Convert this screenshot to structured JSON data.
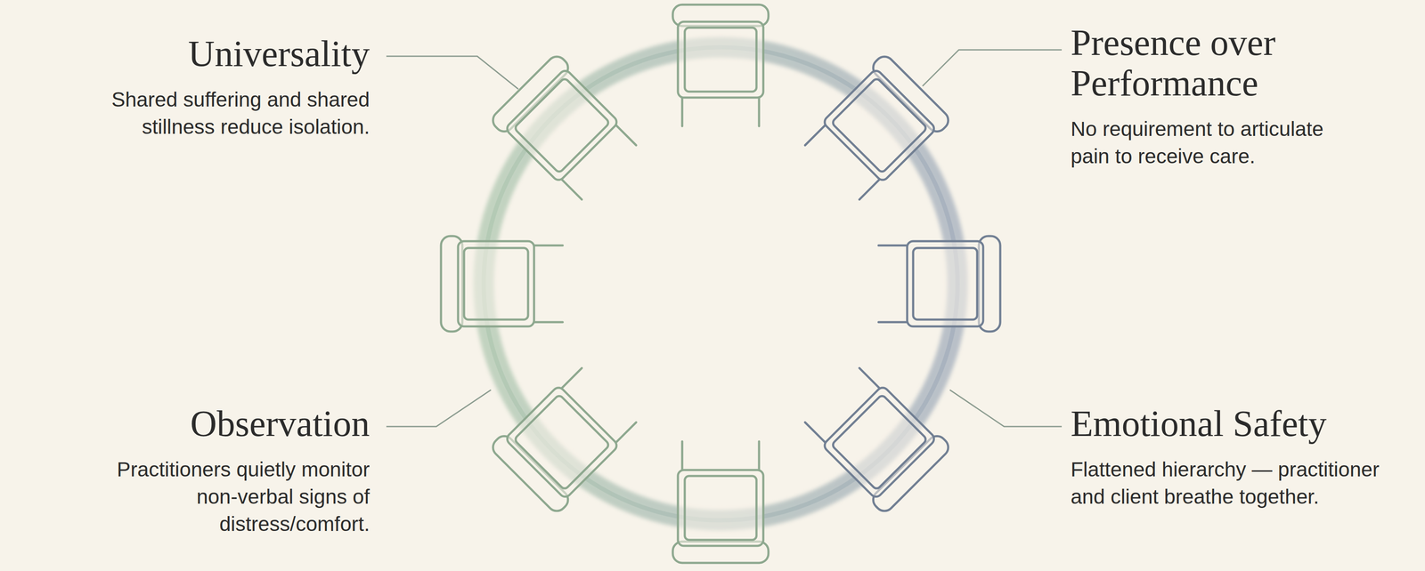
{
  "diagram": {
    "labels": [
      "Universality",
      "Shared suffering and shared stillness reduce isolation.",
      "Presence over Performance",
      "No requirement to articulate pain to receive care.",
      "Observation",
      "Practitioners quietly monitor non-verbal signs of distress/comfort.",
      "Emotional Safety",
      "Flattened hierarchy — practitioner and client breathe together."
    ]
  }
}
